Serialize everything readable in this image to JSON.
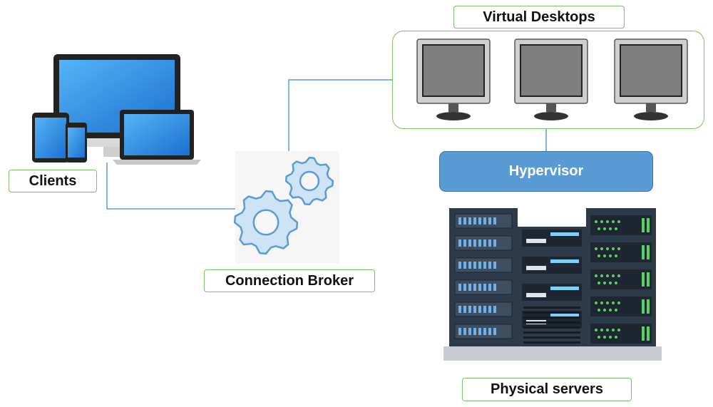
{
  "labels": {
    "clients": "Clients",
    "connection_broker": "Connection Broker",
    "virtual_desktops": "Virtual Desktops",
    "hypervisor": "Hypervisor",
    "physical_servers": "Physical servers"
  },
  "colors": {
    "label_border": "#7fc16b",
    "connector": "#5b9bd5",
    "hypervisor_fill": "#5b9bd5",
    "gear": "#5b9bd5",
    "server_body": "#2d3a4a",
    "server_led": "#55d35a"
  },
  "icons": {
    "clients": "devices-icon",
    "broker": "gears-icon",
    "desktop": "monitor-icon",
    "servers": "server-rack-icon"
  }
}
